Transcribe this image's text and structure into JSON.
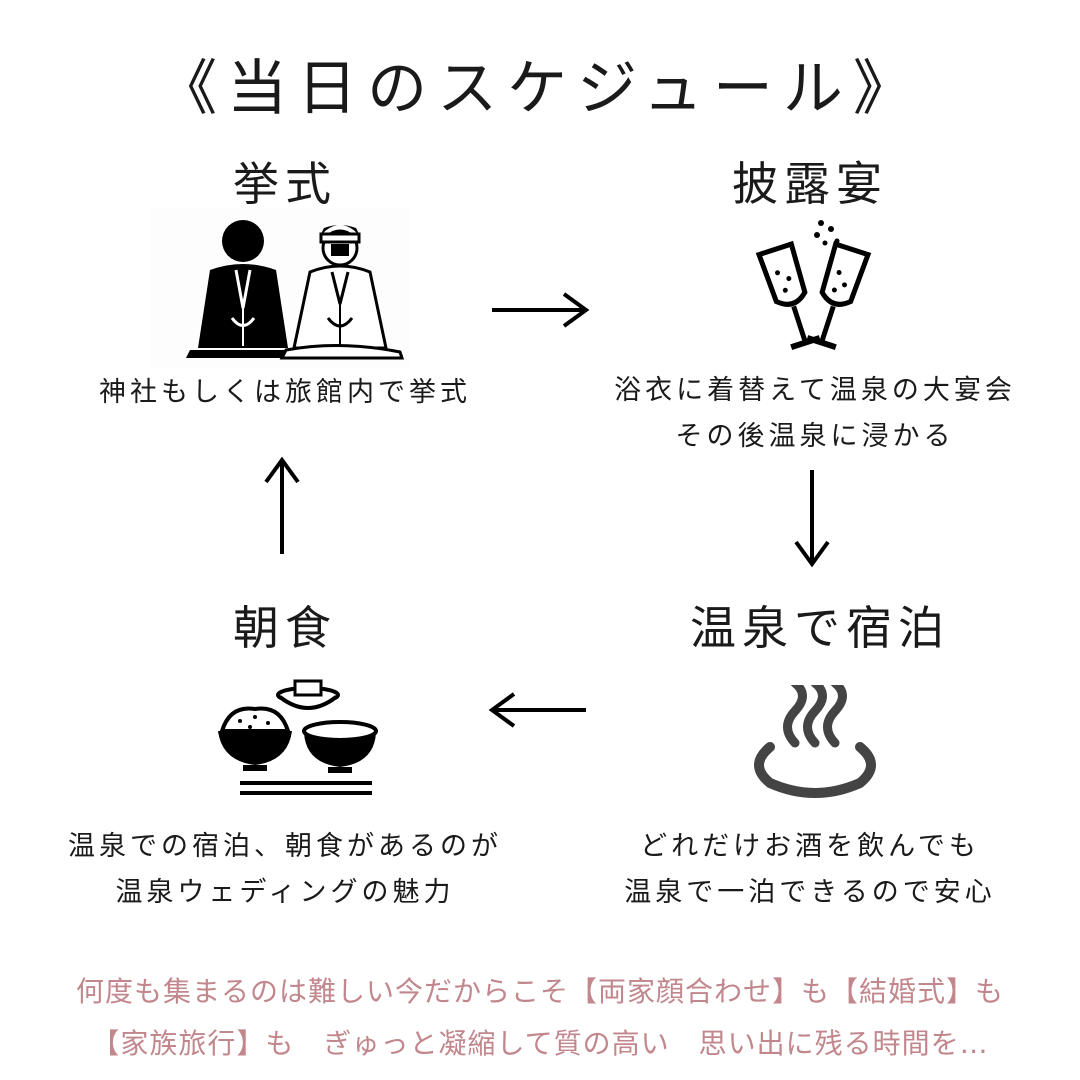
{
  "title": "《当日のスケジュール》",
  "steps": {
    "ceremony": {
      "heading": "挙式",
      "caption_lines": [
        "神社もしくは旅館内で挙式"
      ],
      "icon": "wedding-couple-icon"
    },
    "reception": {
      "heading": "披露宴",
      "caption_lines": [
        "浴衣に着替えて温泉の大宴会",
        "その後温泉に浸かる"
      ],
      "icon": "champagne-toast-icon"
    },
    "stay": {
      "heading": "温泉で宿泊",
      "caption_lines": [
        "どれだけお酒を飲んでも",
        "温泉で一泊できるので安心"
      ],
      "icon": "hot-spring-icon"
    },
    "breakfast": {
      "heading": "朝食",
      "caption_lines": [
        "温泉での宿泊、朝食があるのが",
        "温泉ウェディングの魅力"
      ],
      "icon": "breakfast-set-icon"
    }
  },
  "flow": [
    "挙式",
    "披露宴",
    "温泉で宿泊",
    "朝食"
  ],
  "footer_lines": [
    "何度も集まるのは難しい今だからこそ【両家顔合わせ】も【結婚式】も",
    "【家族旅行】も　ぎゅっと凝縮して質の高い　思い出に残る時間を…"
  ],
  "colors": {
    "text": "#1a1a1a",
    "footer": "#c2878d",
    "background": "#ffffff"
  }
}
